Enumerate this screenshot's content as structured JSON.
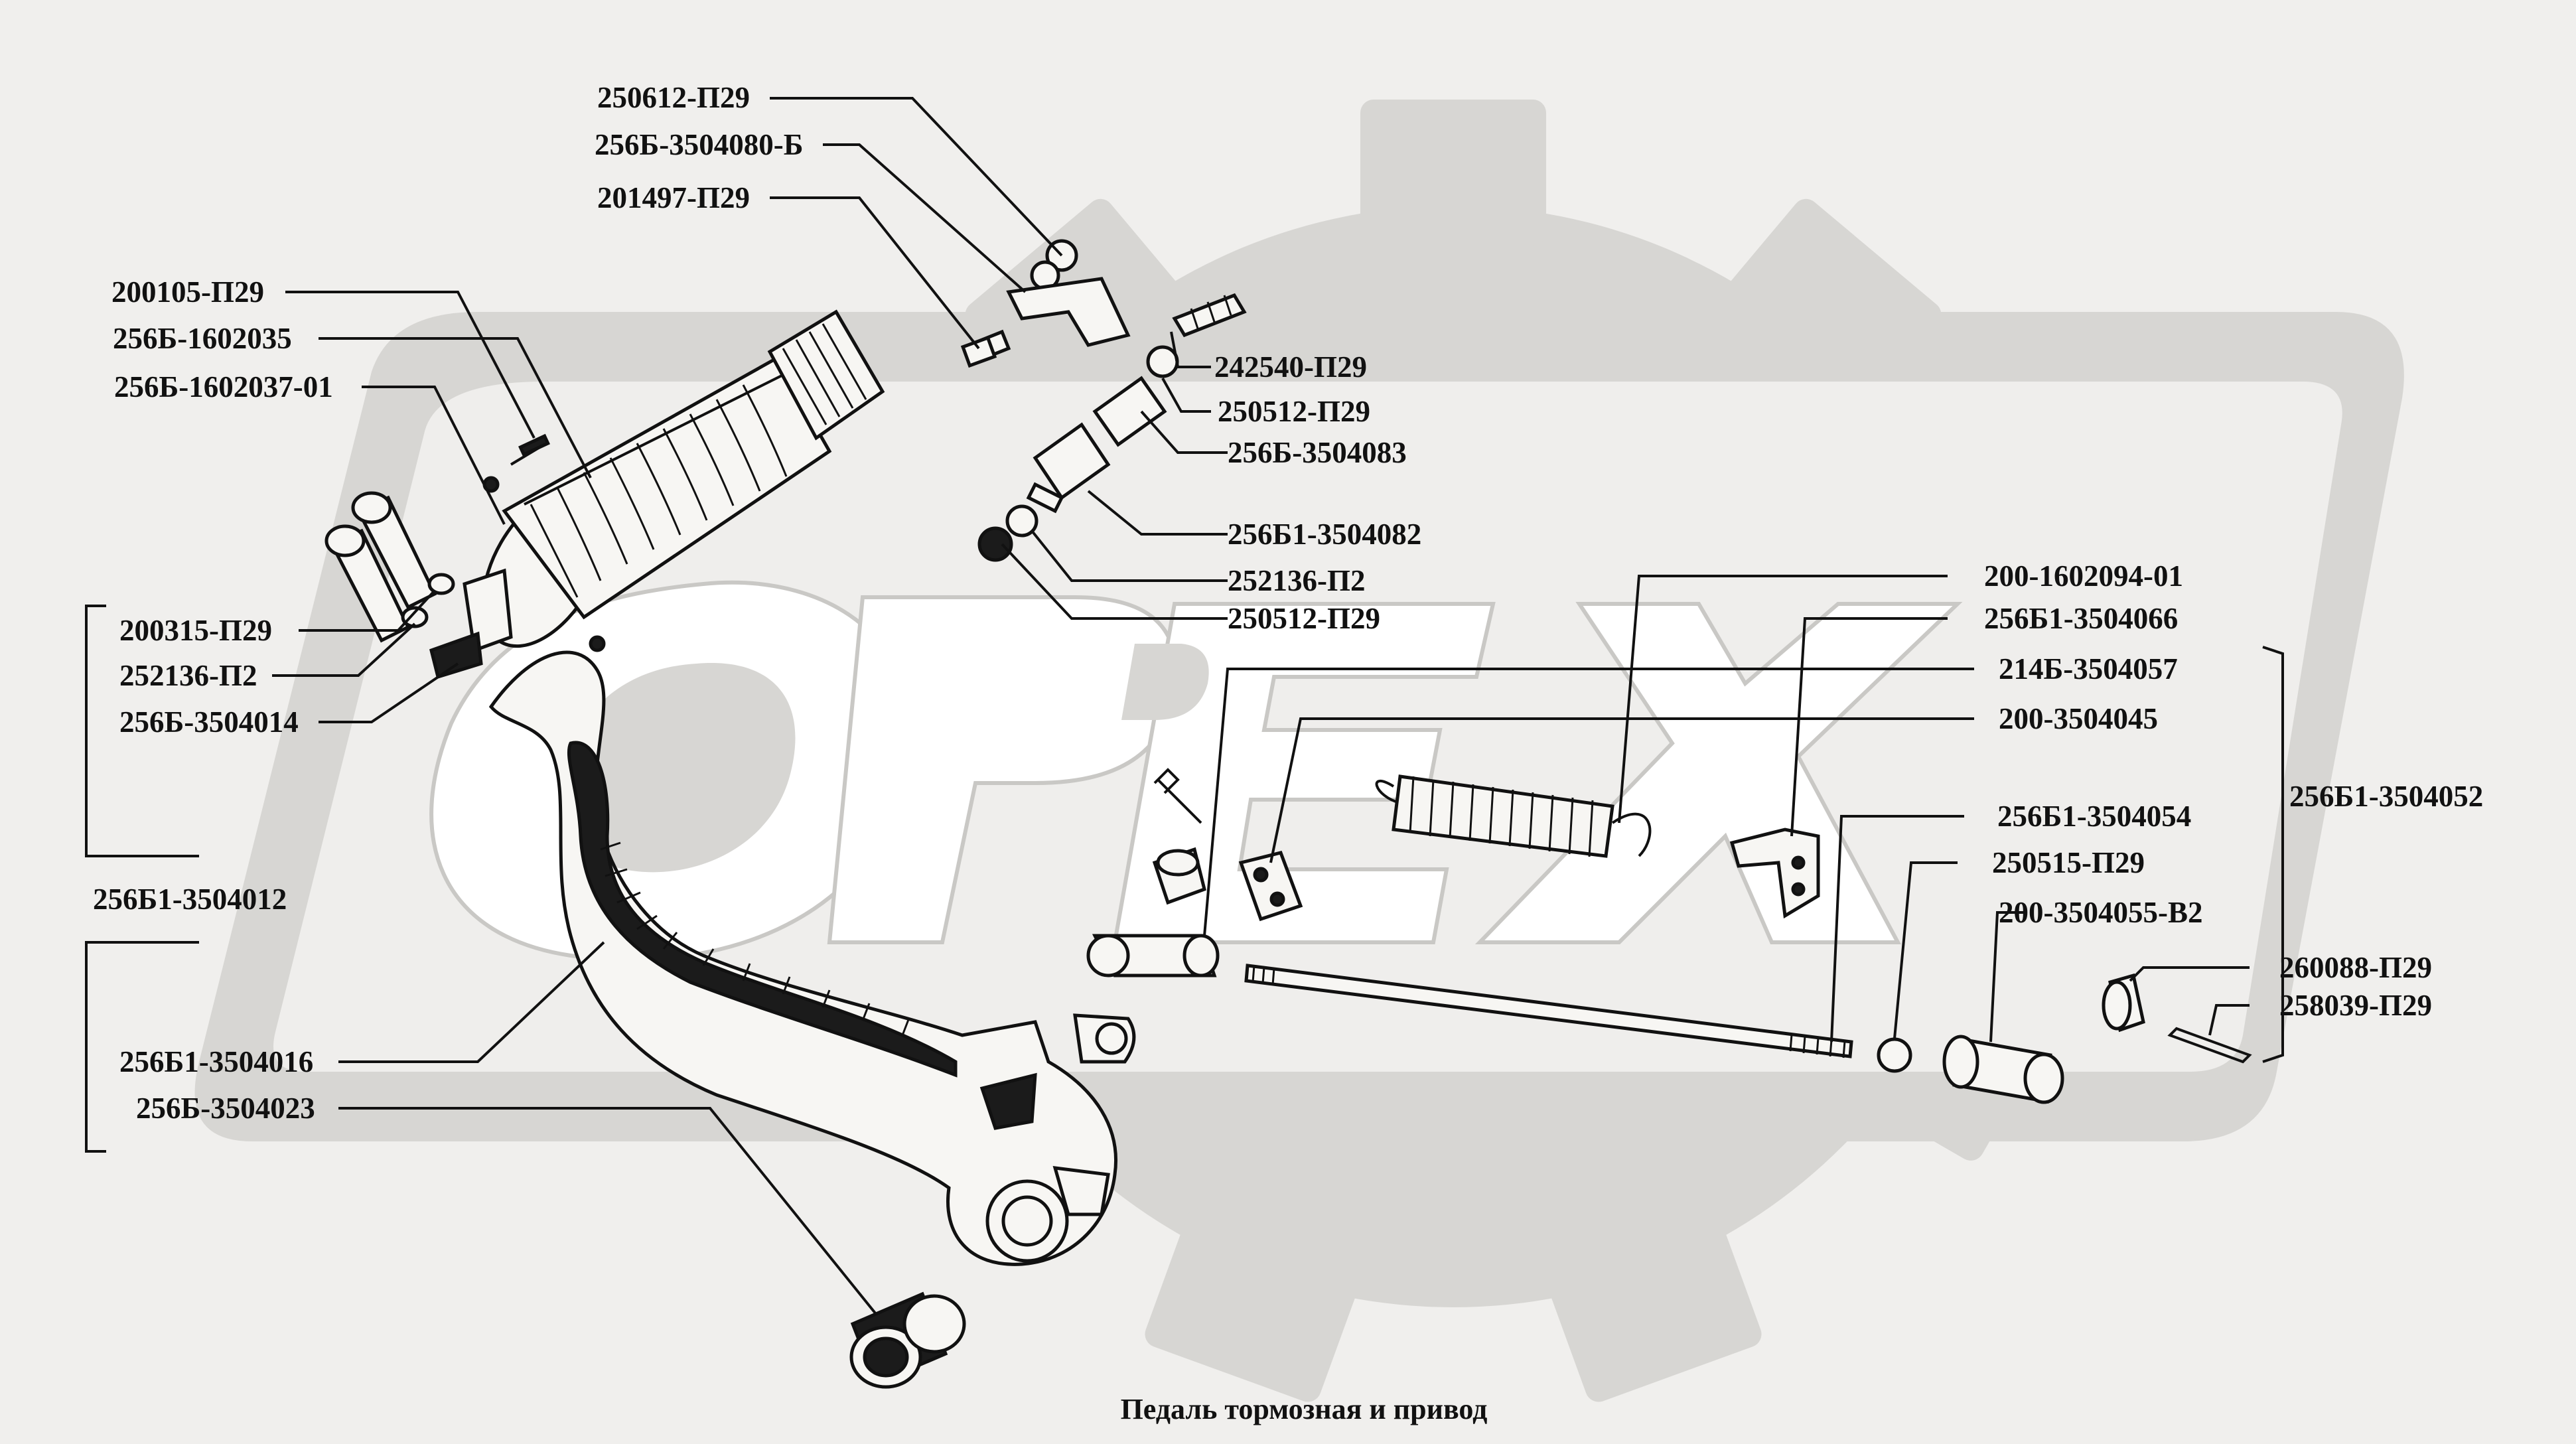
{
  "caption": "Педаль тормозная и привод",
  "watermark": "ОРЕХ",
  "colors": {
    "background": "#f0efed",
    "watermark": "#d7d6d3",
    "ink": "#111111"
  },
  "labels": {
    "l250612": "250612-П29",
    "l256b3504080b": "256Б-3504080-Б",
    "l201497": "201497-П29",
    "l200105": "200105-П29",
    "l256b1602035": "256Б-1602035",
    "l256b1602037": "256Б-1602037-01",
    "l242540": "242540-П29",
    "l250512a": "250512-П29",
    "l256b3504083": "256Б-3504083",
    "l256b13504082": "256Б1-3504082",
    "l252136a": "252136-П2",
    "l250512b": "250512-П29",
    "l200315": "200315-П29",
    "l252136b": "252136-П2",
    "l256b3504014": "256Б-3504014",
    "l2001602094": "200-1602094-01",
    "l256b13504066": "256Б1-3504066",
    "l214b3504057": "214Б-3504057",
    "l2003504045": "200-3504045",
    "l256b13504052": "256Б1-3504052",
    "l256b13504054": "256Б1-3504054",
    "l250515": "250515-П29",
    "l2003504055": "200-3504055-В2",
    "l260088": "260088-П29",
    "l258039": "258039-П29",
    "l256b13504012": "256Б1-3504012",
    "l256b13504016": "256Б1-3504016",
    "l256b3504023": "256Б-3504023"
  }
}
